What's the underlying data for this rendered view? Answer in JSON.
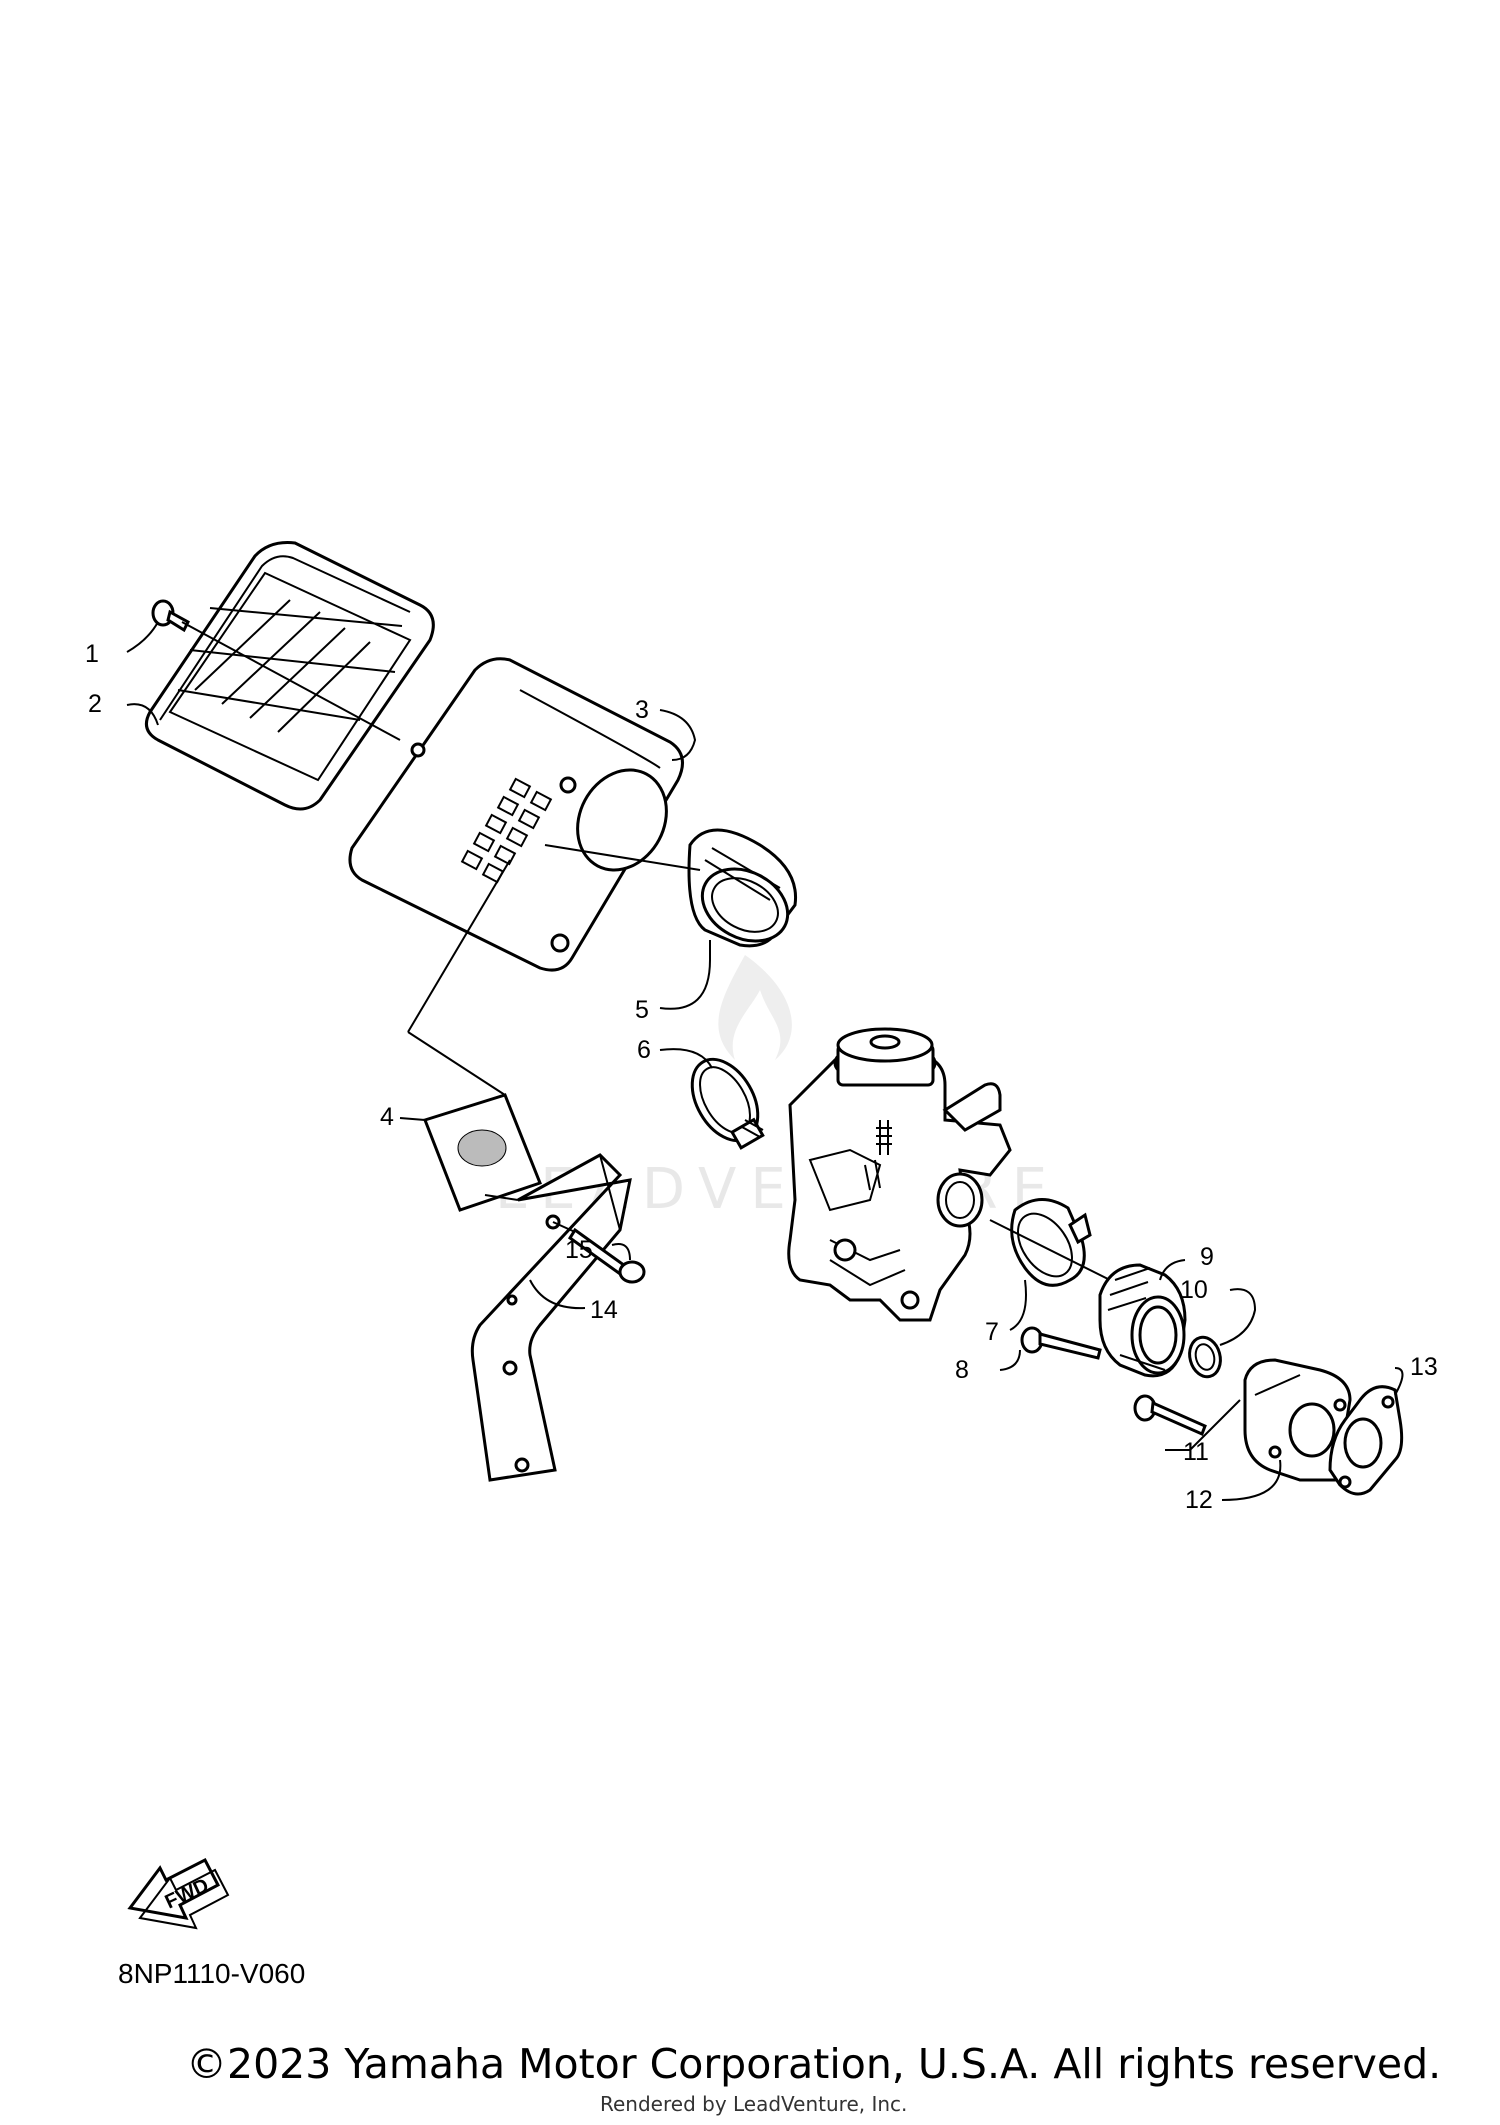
{
  "diagram": {
    "callouts": [
      {
        "id": "1",
        "label": "1"
      },
      {
        "id": "2",
        "label": "2"
      },
      {
        "id": "3",
        "label": "3"
      },
      {
        "id": "4",
        "label": "4"
      },
      {
        "id": "5",
        "label": "5"
      },
      {
        "id": "6",
        "label": "6"
      },
      {
        "id": "7",
        "label": "7"
      },
      {
        "id": "8",
        "label": "8"
      },
      {
        "id": "9",
        "label": "9"
      },
      {
        "id": "10",
        "label": "10"
      },
      {
        "id": "11",
        "label": "11"
      },
      {
        "id": "12",
        "label": "12"
      },
      {
        "id": "13",
        "label": "13"
      },
      {
        "id": "14",
        "label": "14"
      },
      {
        "id": "15",
        "label": "15"
      }
    ],
    "fwd_label": "FWD",
    "watermark": "LEADVENTURE",
    "diagram_code": "8NP1110-V060"
  },
  "footer": {
    "copyright": "©2023 Yamaha Motor Corporation, U.S.A. All rights reserved.",
    "rendered_by": "Rendered by LeadVenture, Inc."
  }
}
